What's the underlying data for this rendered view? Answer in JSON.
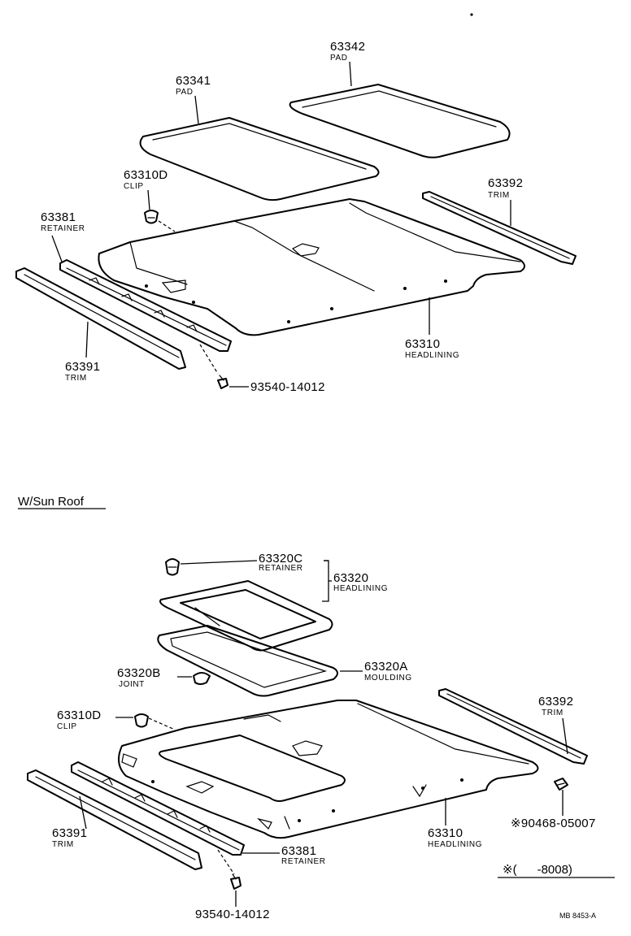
{
  "upper": {
    "pad_63342": {
      "number": "63342",
      "name": "PAD"
    },
    "pad_63341": {
      "number": "63341",
      "name": "PAD"
    },
    "clip_63310D": {
      "number": "63310D",
      "name": "CLIP"
    },
    "trim_63392": {
      "number": "63392",
      "name": "TRIM"
    },
    "retainer_63381": {
      "number": "63381",
      "name": "RETAINER"
    },
    "headlining_63310": {
      "number": "63310",
      "name": "HEADLINING"
    },
    "trim_63391": {
      "number": "63391",
      "name": "TRIM"
    },
    "screw": {
      "number": "93540-14012"
    }
  },
  "section_title": "W/Sun Roof",
  "lower": {
    "retainer_63320C": {
      "number": "63320C",
      "name": "RETAINER"
    },
    "headlining_63320": {
      "number": "63320",
      "name": "HEADLINING"
    },
    "joint_63320B": {
      "number": "63320B",
      "name": "JOINT"
    },
    "moulding_63320A": {
      "number": "63320A",
      "name": "MOULDING"
    },
    "clip_63310D": {
      "number": "63310D",
      "name": "CLIP"
    },
    "trim_63392": {
      "number": "63392",
      "name": "TRIM"
    },
    "headlining_63310": {
      "number": "63310",
      "name": "HEADLINING"
    },
    "clip_90468": {
      "number": "※90468-05007"
    },
    "trim_63391": {
      "number": "63391",
      "name": "TRIM"
    },
    "retainer_63381": {
      "number": "63381",
      "name": "RETAINER"
    },
    "screw": {
      "number": "93540-14012"
    }
  },
  "footnote": "※(      -8008)",
  "figure_code": "MB 8453-A"
}
